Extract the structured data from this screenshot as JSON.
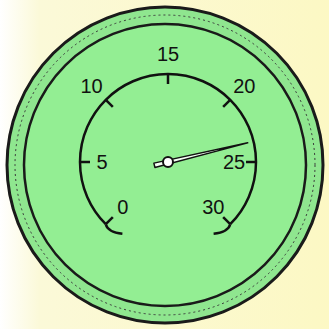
{
  "diagram": {
    "labels": [
      "0",
      "5",
      "10",
      "15",
      "20",
      "25",
      "30"
    ]
  }
}
